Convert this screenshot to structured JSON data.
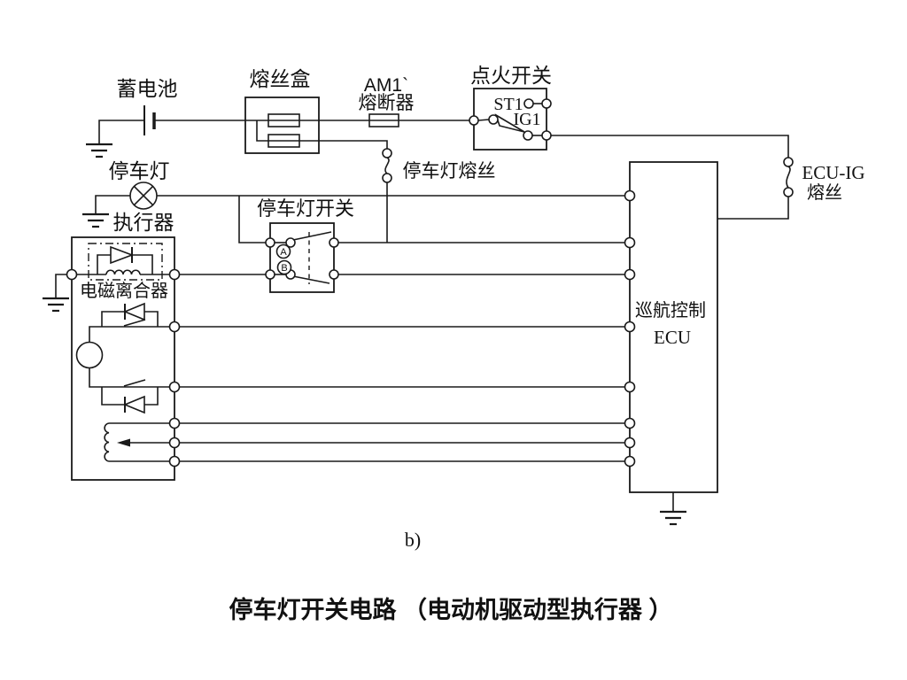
{
  "figure": {
    "sub_label": "b)",
    "caption": "停车灯开关电路 （电动机驱动型执行器 ）"
  },
  "colors": {
    "line": "#1a1a1a",
    "text": "#111111",
    "background": "#ffffff"
  },
  "components": {
    "battery": {
      "label": "蓄电池"
    },
    "fuse_box": {
      "label": "熔丝盒"
    },
    "am1_fuse": {
      "label_line1": "AM1`",
      "label_line2": "熔断器"
    },
    "ignition_switch": {
      "label": "点火开关",
      "terminal_st": "ST1",
      "terminal_ig": "IG1"
    },
    "parking_lamp_fuse": {
      "label": "停车灯熔丝"
    },
    "ecu_ig_fuse": {
      "label_line1": "ECU-IG",
      "label_line2": "熔丝"
    },
    "parking_lamp": {
      "label": "停车灯"
    },
    "actuator": {
      "label": "执行器"
    },
    "parking_lamp_switch": {
      "label": "停车灯开关",
      "contact_a": "A",
      "contact_b": "B"
    },
    "magnetic_clutch": {
      "label": "电磁离合器"
    },
    "cruise_ecu": {
      "label_line1": "巡航控制",
      "label_line2": "ECU"
    }
  }
}
